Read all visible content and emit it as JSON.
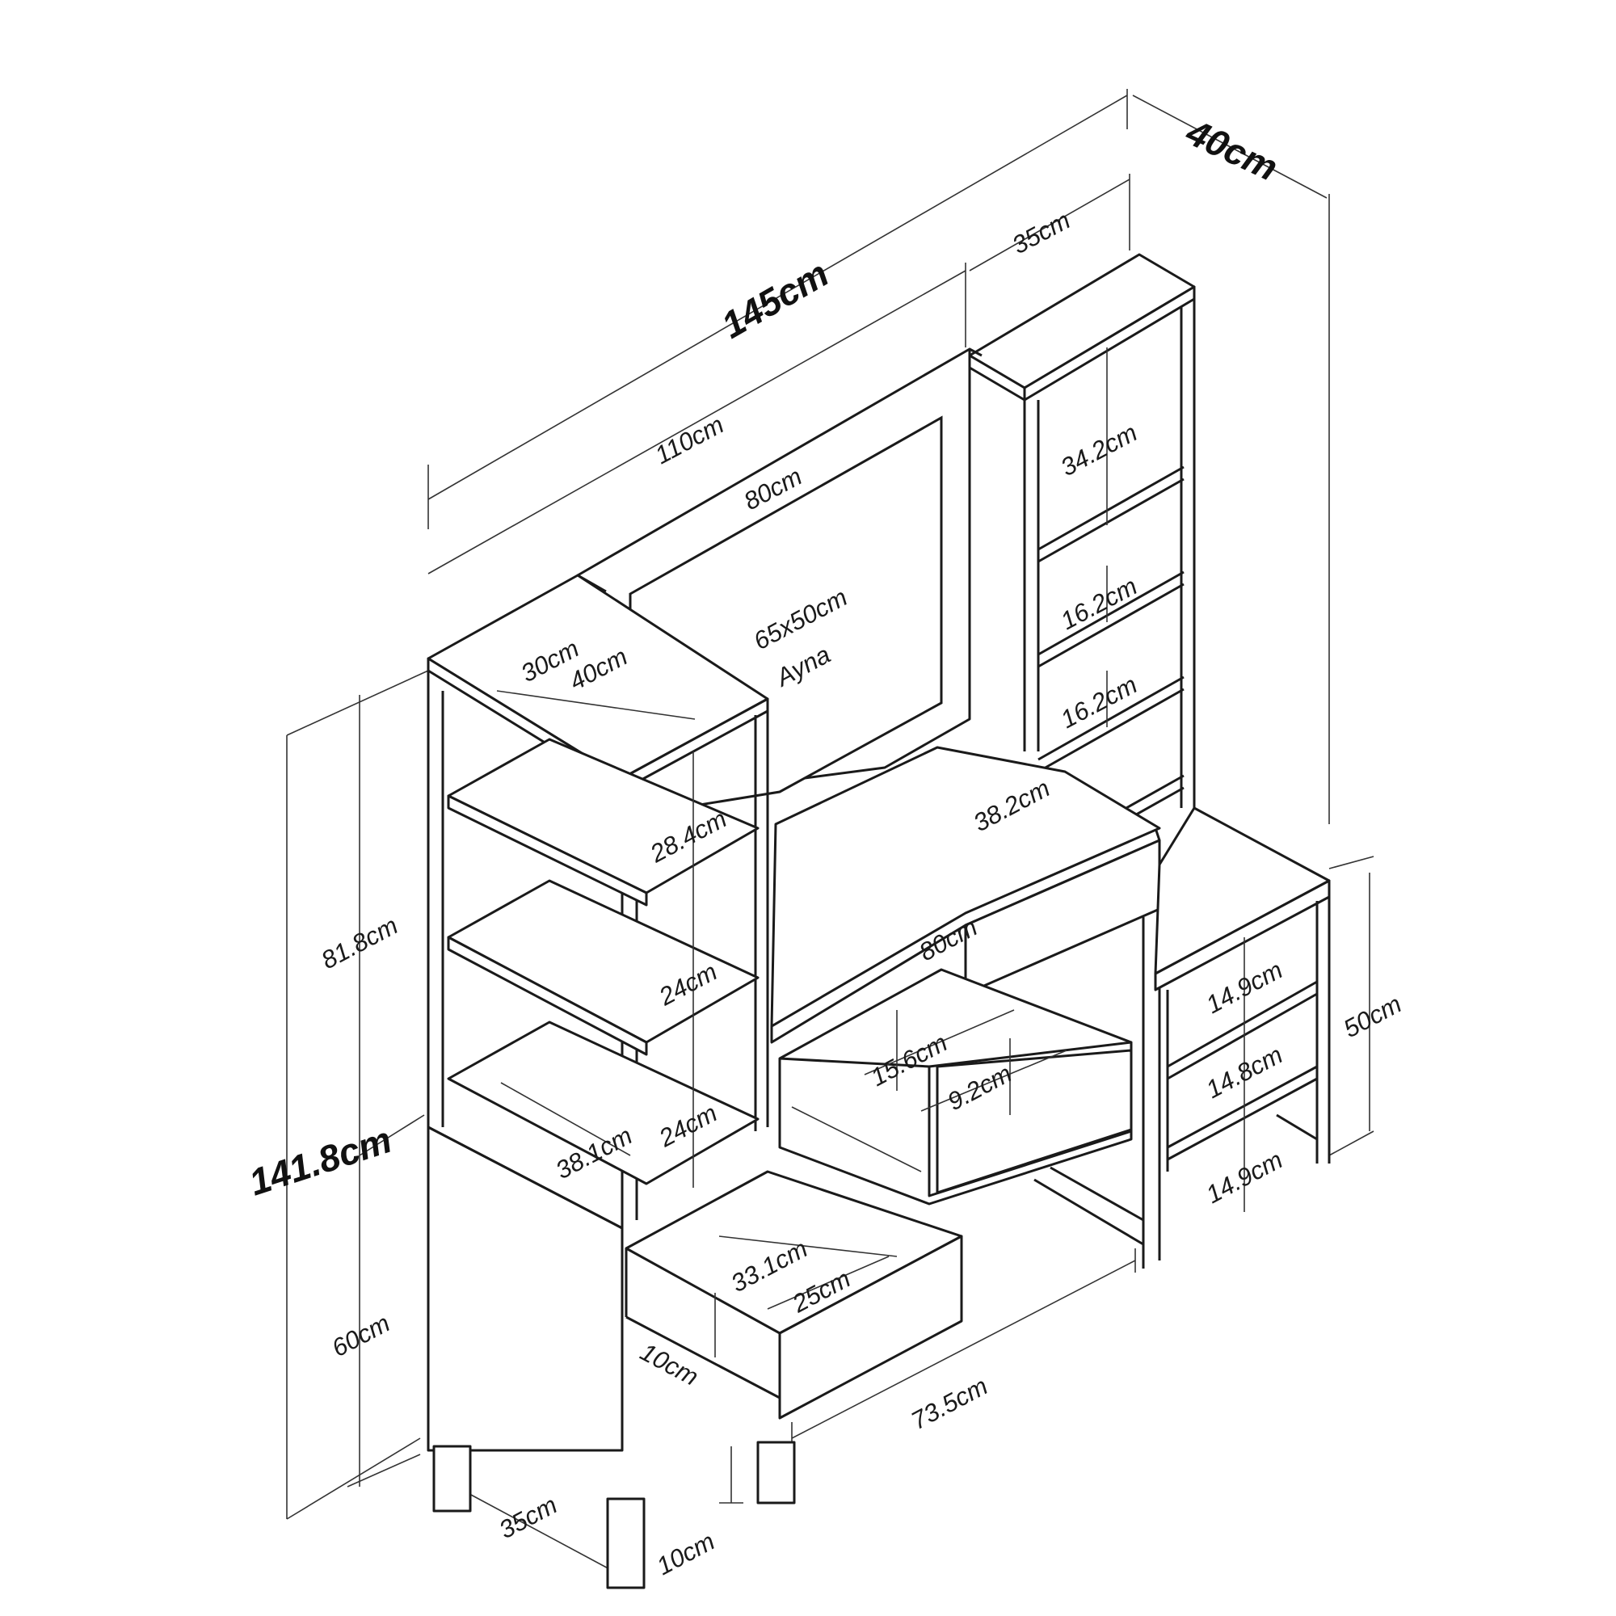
{
  "diagram": {
    "overall_width": "145cm",
    "overall_depth": "40cm",
    "overall_height": "141.8cm",
    "upper_height": "81.8cm",
    "lower_height": "60cm",
    "top_width": "110cm",
    "mirror_panel_width": "80cm",
    "right_tower_depth": "35cm",
    "mirror_size": "65x50cm",
    "mirror_label": "Ayna",
    "left_top_width": "30cm",
    "left_top_depth": "40cm",
    "left_shelf_1": "28.4cm",
    "left_shelf_2": "24cm",
    "left_shelf_3": "24cm",
    "left_inner_width": "38.1cm",
    "desk_depth": "38.2cm",
    "desk_width": "80cm",
    "drawer_depth": "15.6cm",
    "drawer_height": "9.2cm",
    "right_tower_shelf_1": "34.2cm",
    "right_tower_shelf_2": "16.2cm",
    "right_tower_shelf_3": "16.2cm",
    "right_cabinet_height": "50cm",
    "right_shelf_1": "14.9cm",
    "right_shelf_2": "14.8cm",
    "right_shelf_3": "14.9cm",
    "lower_drawer_depth": "33.1cm",
    "lower_drawer_width": "25cm",
    "lower_drawer_height": "10cm",
    "knee_width": "73.5cm",
    "base_depth": "35cm",
    "leg_height": "10cm"
  }
}
